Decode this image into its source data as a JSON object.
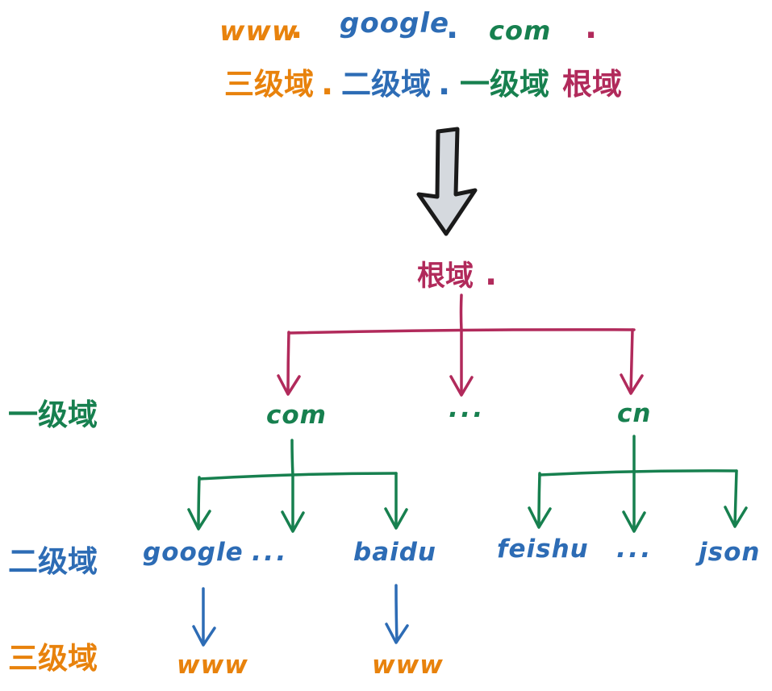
{
  "colors": {
    "orange": "#E8820C",
    "blue": "#2D6CB5",
    "green": "#17804F",
    "crimson": "#B12A5B",
    "big_arrow_fill": "#D5D9DE",
    "big_arrow_outline": "#1A1A1A"
  },
  "example_domain": {
    "parts": [
      "www",
      ".",
      "google",
      ".",
      "com",
      "."
    ],
    "labels": [
      "三级域",
      ".",
      "二级域",
      ".",
      "一级域",
      "根域"
    ]
  },
  "hierarchy": {
    "root": {
      "label": "根域",
      "dot": "."
    },
    "levels": [
      {
        "side_label": "一级域",
        "nodes": [
          "com",
          "...",
          "cn"
        ]
      },
      {
        "side_label": "二级域",
        "nodes": [
          "google",
          "...",
          "baidu",
          "feishu",
          "...",
          "json"
        ]
      },
      {
        "side_label": "三级域",
        "nodes": [
          "www",
          "www"
        ]
      }
    ]
  }
}
